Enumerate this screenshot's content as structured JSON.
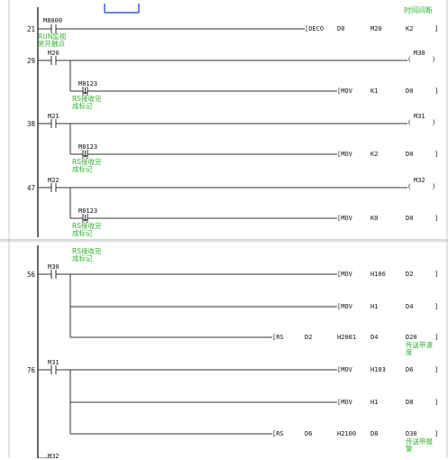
{
  "ladder": {
    "header_comment": "时间间断",
    "panel1": {
      "rungs": [
        {
          "step": "21",
          "contact": "M8000",
          "comment": [
            "RUN监视",
            "常开触点"
          ],
          "instr": {
            "op": "DECO",
            "args": [
              "D0",
              "M20",
              "K2"
            ]
          }
        },
        {
          "step": "29",
          "contact": "M20",
          "coil": "M30",
          "branch": {
            "contact": "M8123",
            "comment": [
              "RS接收完",
              "成标记"
            ],
            "instr": {
              "op": "MOV",
              "args": [
                "K1",
                "D0"
              ]
            }
          }
        },
        {
          "step": "38",
          "contact": "M21",
          "coil": "M31",
          "branch": {
            "contact": "M8123",
            "comment": [
              "RS接收完",
              "成标记"
            ],
            "instr": {
              "op": "MOV",
              "args": [
                "K2",
                "D0"
              ]
            }
          }
        },
        {
          "step": "47",
          "contact": "M22",
          "coil": "M32",
          "branch": {
            "contact": "M8123",
            "comment": [
              "RS接收完",
              "成标记"
            ],
            "instr": {
              "op": "MOV",
              "args": [
                "K0",
                "D0"
              ]
            }
          }
        }
      ]
    },
    "panel2": {
      "top_comment": [
        "RS接收完",
        "成标记"
      ],
      "rungs": [
        {
          "step": "56",
          "contact": "M30",
          "instrs": [
            {
              "op": "MOV",
              "args": [
                "H106",
                "D2"
              ]
            },
            {
              "op": "MOV",
              "args": [
                "H1",
                "D4"
              ]
            },
            {
              "op": "RS",
              "args": [
                "D2",
                "H2001",
                "D4",
                "D20"
              ],
              "comment": [
                "传送带速",
                "度"
              ]
            }
          ]
        },
        {
          "step": "76",
          "contact": "M31",
          "instrs": [
            {
              "op": "MOV",
              "args": [
                "H103",
                "D6"
              ]
            },
            {
              "op": "MOV",
              "args": [
                "H1",
                "D8"
              ]
            },
            {
              "op": "RS",
              "args": [
                "D6",
                "H2100",
                "D8",
                "D30"
              ],
              "comment": [
                "传送带报",
                "警"
              ]
            }
          ]
        }
      ],
      "next_contact": "M32"
    }
  }
}
